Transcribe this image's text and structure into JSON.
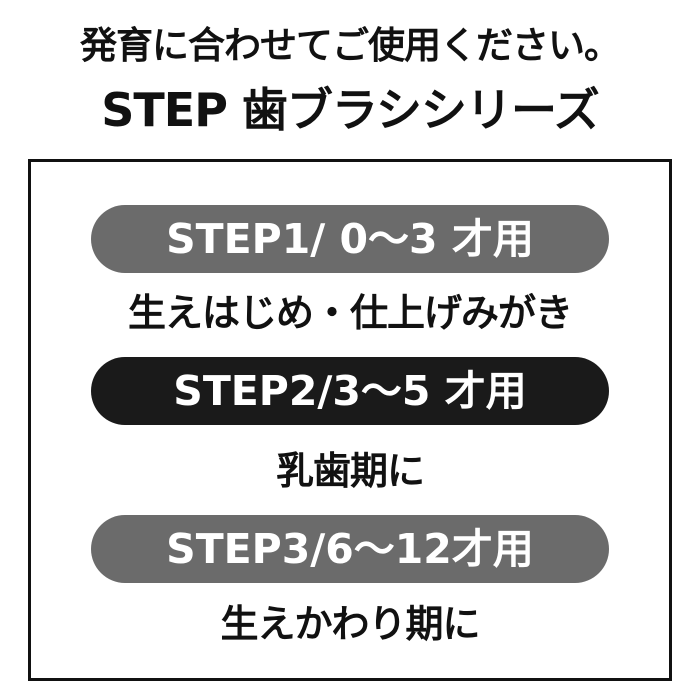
{
  "header": {
    "subtitle": "発育に合わせてご使用ください。",
    "title": "STEP 歯ブラシシリーズ"
  },
  "colors": {
    "pill_gray": "#6b6b6b",
    "pill_black": "#1a1a1a",
    "text": "#111111",
    "background": "#ffffff"
  },
  "steps": [
    {
      "label": "STEP1/ 0～3 才用",
      "description": "生えはじめ・仕上げみがき"
    },
    {
      "label": "STEP2/3～5 才用",
      "description": "乳歯期に"
    },
    {
      "label": "STEP3/6～12才用",
      "description": "生えかわり期に"
    }
  ]
}
